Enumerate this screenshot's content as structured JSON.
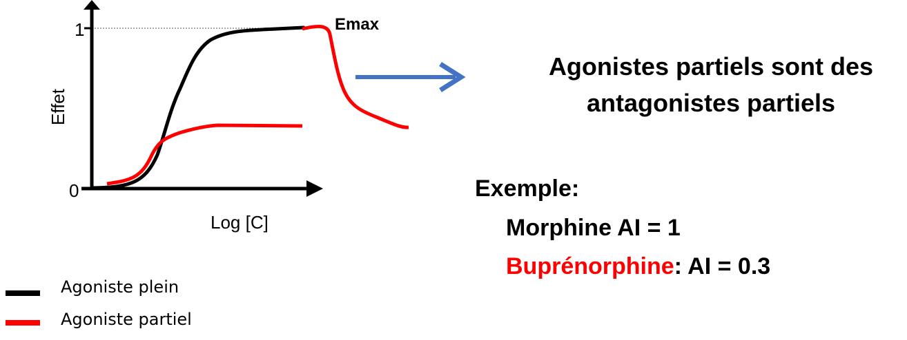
{
  "chart": {
    "ylabel": "Effet",
    "xlabel": "Log [C]",
    "ytick_top": "1",
    "ytick_bottom": "0",
    "emax_label": "Emax"
  },
  "conclusion": {
    "line1": "Agonistes partiels sont des",
    "line2": "antagonistes partiels"
  },
  "example": {
    "heading": "Exemple:",
    "morphine": "Morphine AI = 1",
    "bup_name": "Buprénorphine",
    "bup_value": ": AI = 0.3"
  },
  "legend": [
    {
      "label": "Agoniste plein",
      "color": "#000000"
    },
    {
      "label": "Agoniste partiel",
      "color": "#ff0000"
    }
  ],
  "colors": {
    "full": "#000000",
    "partial": "#ff0000",
    "arrow": "#4472c4"
  }
}
